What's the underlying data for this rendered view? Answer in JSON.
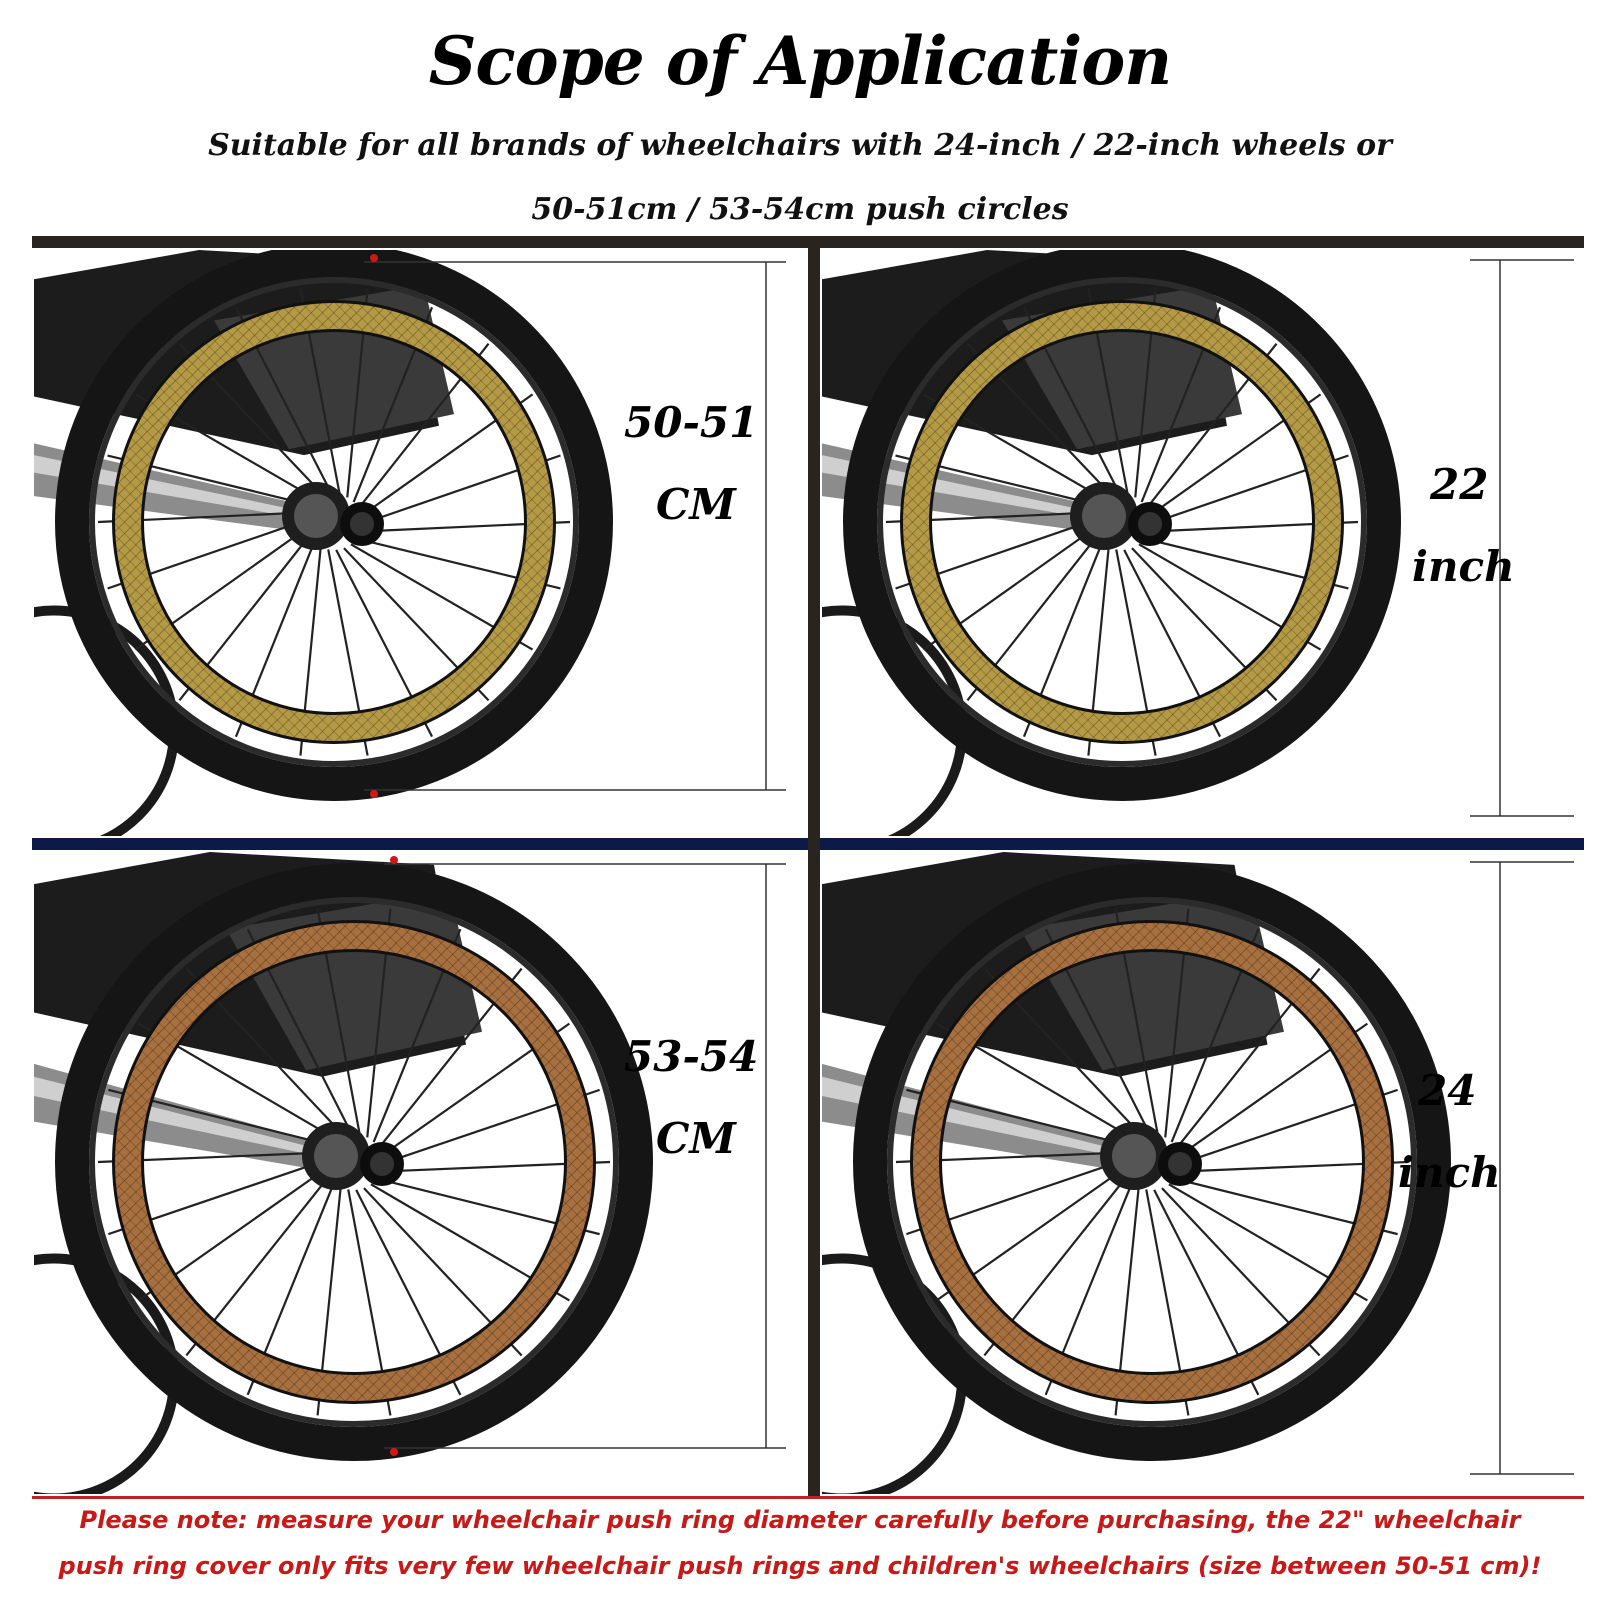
{
  "header": {
    "title": "Scope of Application",
    "subtitle_line1": "Suitable for all brands of wheelchairs with 24-inch / 22-inch wheels or",
    "subtitle_line2": "50-51cm / 53-54cm push circles"
  },
  "panels": [
    {
      "label_line1": "50-51",
      "label_line2": "CM",
      "ring_color": "#b59a45"
    },
    {
      "label_line1": "22",
      "label_line2": "inch",
      "ring_color": "#b59a45"
    },
    {
      "label_line1": "53-54",
      "label_line2": "CM",
      "ring_color": "#a8703f"
    },
    {
      "label_line1": "24",
      "label_line2": "inch",
      "ring_color": "#a8703f"
    }
  ],
  "footer": {
    "note_line1": "Please note: measure your wheelchair push ring diameter carefully before purchasing, the 22\" wheelchair",
    "note_line2": "push ring cover only fits very few wheelchair push rings and children's wheelchairs (size between 50-51 cm)!"
  },
  "colors": {
    "rule_dark": "#2a2420",
    "rule_navy": "#0d1a47",
    "note_red": "#c81818"
  }
}
